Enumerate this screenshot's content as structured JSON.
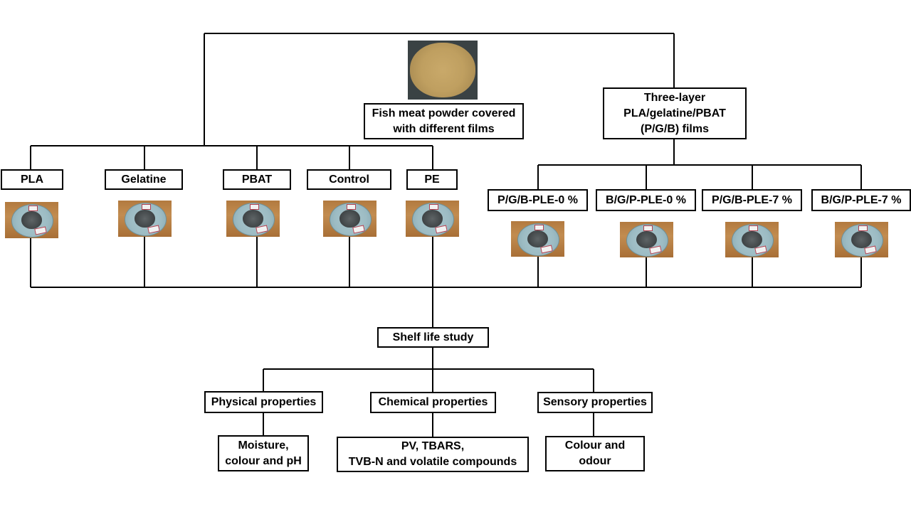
{
  "top": {
    "source_label": "Fish meat powder covered\nwith different films",
    "source_image_icon": "fish-meat-powder-photo",
    "three_layer_label": "Three-layer\nPLA/gelatine/PBAT\n(P/G/B) films"
  },
  "single_films": [
    {
      "label": "PLA",
      "icon": "film-sample-photo"
    },
    {
      "label": "Gelatine",
      "icon": "film-sample-photo"
    },
    {
      "label": "PBAT",
      "icon": "film-sample-photo"
    },
    {
      "label": "Control",
      "icon": "film-sample-photo"
    },
    {
      "label": "PE",
      "icon": "film-sample-photo"
    }
  ],
  "layered_films": [
    {
      "label": "P/G/B-PLE-0 %",
      "icon": "film-sample-photo"
    },
    {
      "label": "B/G/P-PLE-0 %",
      "icon": "film-sample-photo"
    },
    {
      "label": "P/G/B-PLE-7 %",
      "icon": "film-sample-photo"
    },
    {
      "label": "B/G/P-PLE-7 %",
      "icon": "film-sample-photo"
    }
  ],
  "study": {
    "label": "Shelf life study",
    "properties": [
      {
        "label": "Physical properties",
        "detail": "Moisture,\ncolour and pH"
      },
      {
        "label": "Chemical properties",
        "detail": "PV, TBARS,\nTVB-N and volatile compounds"
      },
      {
        "label": "Sensory properties",
        "detail": "Colour and\nodour"
      }
    ]
  },
  "colors": {
    "line": "#000000",
    "box_border": "#000000",
    "background": "#ffffff"
  }
}
